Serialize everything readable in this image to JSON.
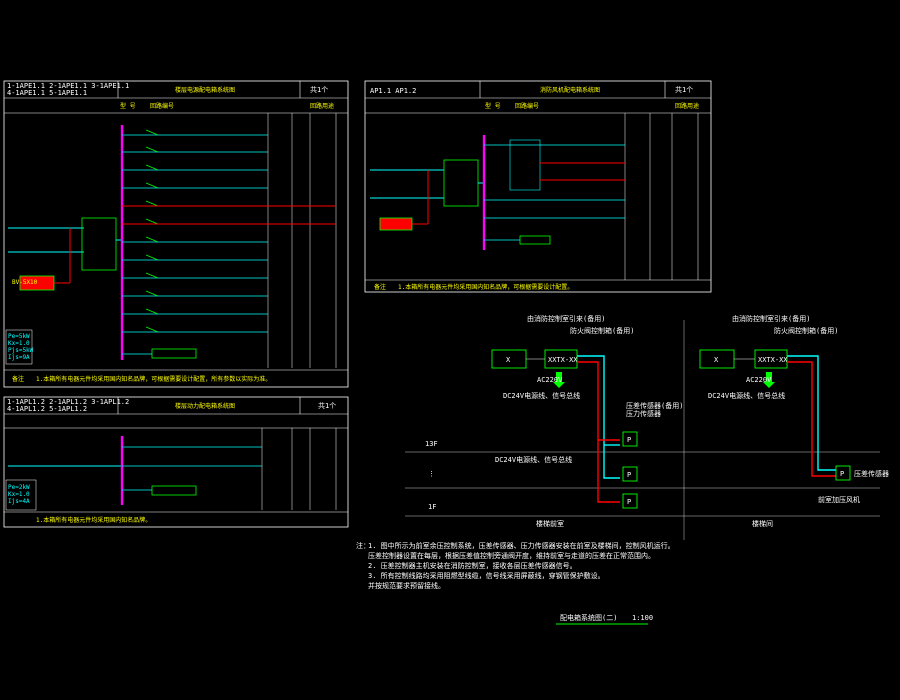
{
  "panel1": {
    "codes": [
      "1-1APE1.1  2-1APE1.1  3-1APE1.1",
      "4-1APE1.1  5-1APE1.1"
    ],
    "title": "楼层电源配电箱系统图",
    "count": "共1个",
    "headers": [
      "型 号",
      "回路编号",
      "回路用途"
    ],
    "bus_label": "BV-5X10",
    "legend": [
      "Pe=5kW",
      "Kx=1.0",
      "Pjs=5kW",
      "Ijs=9A"
    ],
    "note_label": "备注",
    "note_text": "1.本箱所有电器元件均采用国内知名品牌，可根据需要设计配置，所有参数以实际为准。"
  },
  "panel2": {
    "codes": [
      "AP1.1  AP1.2"
    ],
    "title": "消防风机配电箱系统图",
    "count": "共1个",
    "headers": [
      "型 号",
      "回路编号",
      "回路用途"
    ],
    "note_label": "备注",
    "note_text": "1.本箱所有电器元件均采用国内知名品牌，可根据需要设计配置。"
  },
  "panel3": {
    "codes": [
      "1-1APL1.2  2-1APL1.2  3-1APL1.2",
      "4-1APL1.2  5-1APL1.2"
    ],
    "title": "楼层动力配电箱系统图",
    "count": "共1个",
    "legend": [
      "Pe=2kW",
      "Kx=1.0",
      "Ijs=4A"
    ],
    "note_text": "1.本箱所有电器元件均采用国内知名品牌。"
  },
  "riser": {
    "left_top_label": "由消防控制室引来(备用)",
    "left_top_label2": "防火阀控制箱(备用)",
    "right_top_label": "由消防控制室引来(备用)",
    "right_top_label2": "防火阀控制箱(备用)",
    "box_x": "X",
    "box_ctrl": "XXTX-XX",
    "ac_label": "AC220V",
    "floor_13": "13F",
    "floor_dots": "⋮",
    "floor_1": "1F",
    "p_box": "P",
    "cable_top": "DC24V电源线、信号总线",
    "cable_mid": "DC24V电源线、信号总线",
    "pressure_label": "压差传感器(备用)",
    "pressure_label2": "压力传感器",
    "right_pressure": "压差传感器",
    "right_box_label": "前室加压风机",
    "left_bottom_label": "楼梯前室",
    "right_bottom_label": "楼梯间"
  },
  "notes": {
    "prefix": "注：",
    "lines": [
      "1. 图中所示为前室余压控制系统，压差传感器、压力传感器安装在前室及楼梯间，控制风机运行。",
      "   压差控制器设置在每层，根据压差值控制旁通阀开度，维持前室与走道的压差在正常范围内。",
      "2. 压差控制器主机安装在消防控制室，接收各层压差传感器信号。",
      "3. 所有控制线路均采用阻燃型线缆，信号线采用屏蔽线，穿钢管保护敷设。",
      "   并按规范要求预留接线。"
    ]
  },
  "footer_title": "配电箱系统图(二)",
  "footer_scale": "1:100"
}
